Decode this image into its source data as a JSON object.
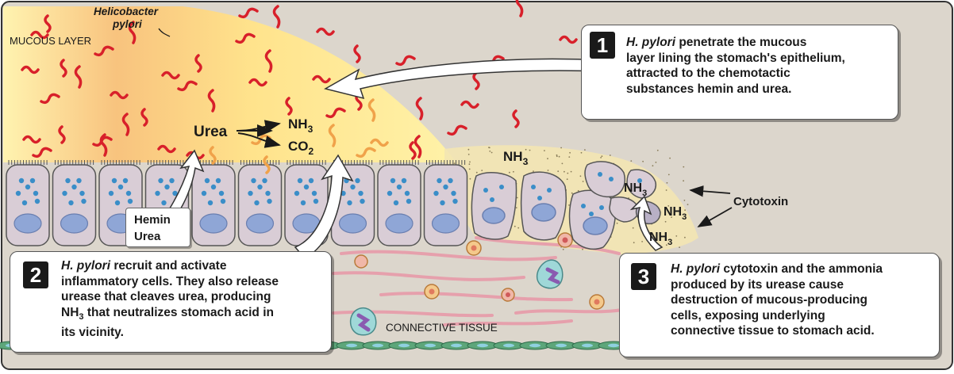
{
  "labels": {
    "bacterium_line1": "Helicobacter",
    "bacterium_line2": "pylori",
    "mucous_layer": "MUCOUS LAYER",
    "connective_tissue": "CONNECTIVE TISSUE",
    "urea": "Urea",
    "nh3": "NH",
    "co2": "CO",
    "sub3": "3",
    "sub2": "2",
    "cytotoxin": "Cytotoxin",
    "hemin": "Hemin",
    "urea_box": "Urea"
  },
  "callouts": [
    {
      "number": "1",
      "italic": "H. pylori",
      "line1_rest": " penetrate the mucous",
      "line2": "layer lining the stomach's epithelium,",
      "line3": "attracted to the chemotactic",
      "line4": "substances hemin and urea."
    },
    {
      "number": "2",
      "italic": "H. pylori",
      "line1_rest": " recruit and activate",
      "line2": "inflammatory cells. They also release",
      "line3": "urease that cleaves urea, producing",
      "line4_pre": "NH",
      "line4_sub": "3",
      "line4_post": " that neutralizes stomach acid in",
      "line5": "its vicinity."
    },
    {
      "number": "3",
      "italic": "H. pylori",
      "line1_rest": " cytotoxin and the ammonia",
      "line2": "produced by its urease cause",
      "line3": "destruction of mucous-producing",
      "line4": "cells, exposing underlying",
      "line5": "connective tissue to stomach acid."
    }
  ],
  "colors": {
    "background": "#dcd6cc",
    "mucus_yellow": "#ffe98a",
    "mucus_orange": "#f7b56b",
    "bacteria_red": "#d8202a",
    "cell_fill": "#d9cdd6",
    "nucleus_blue": "#8fa6d6",
    "fiber_pink": "#e6a0ac",
    "stroma_green": "#5da67a"
  }
}
